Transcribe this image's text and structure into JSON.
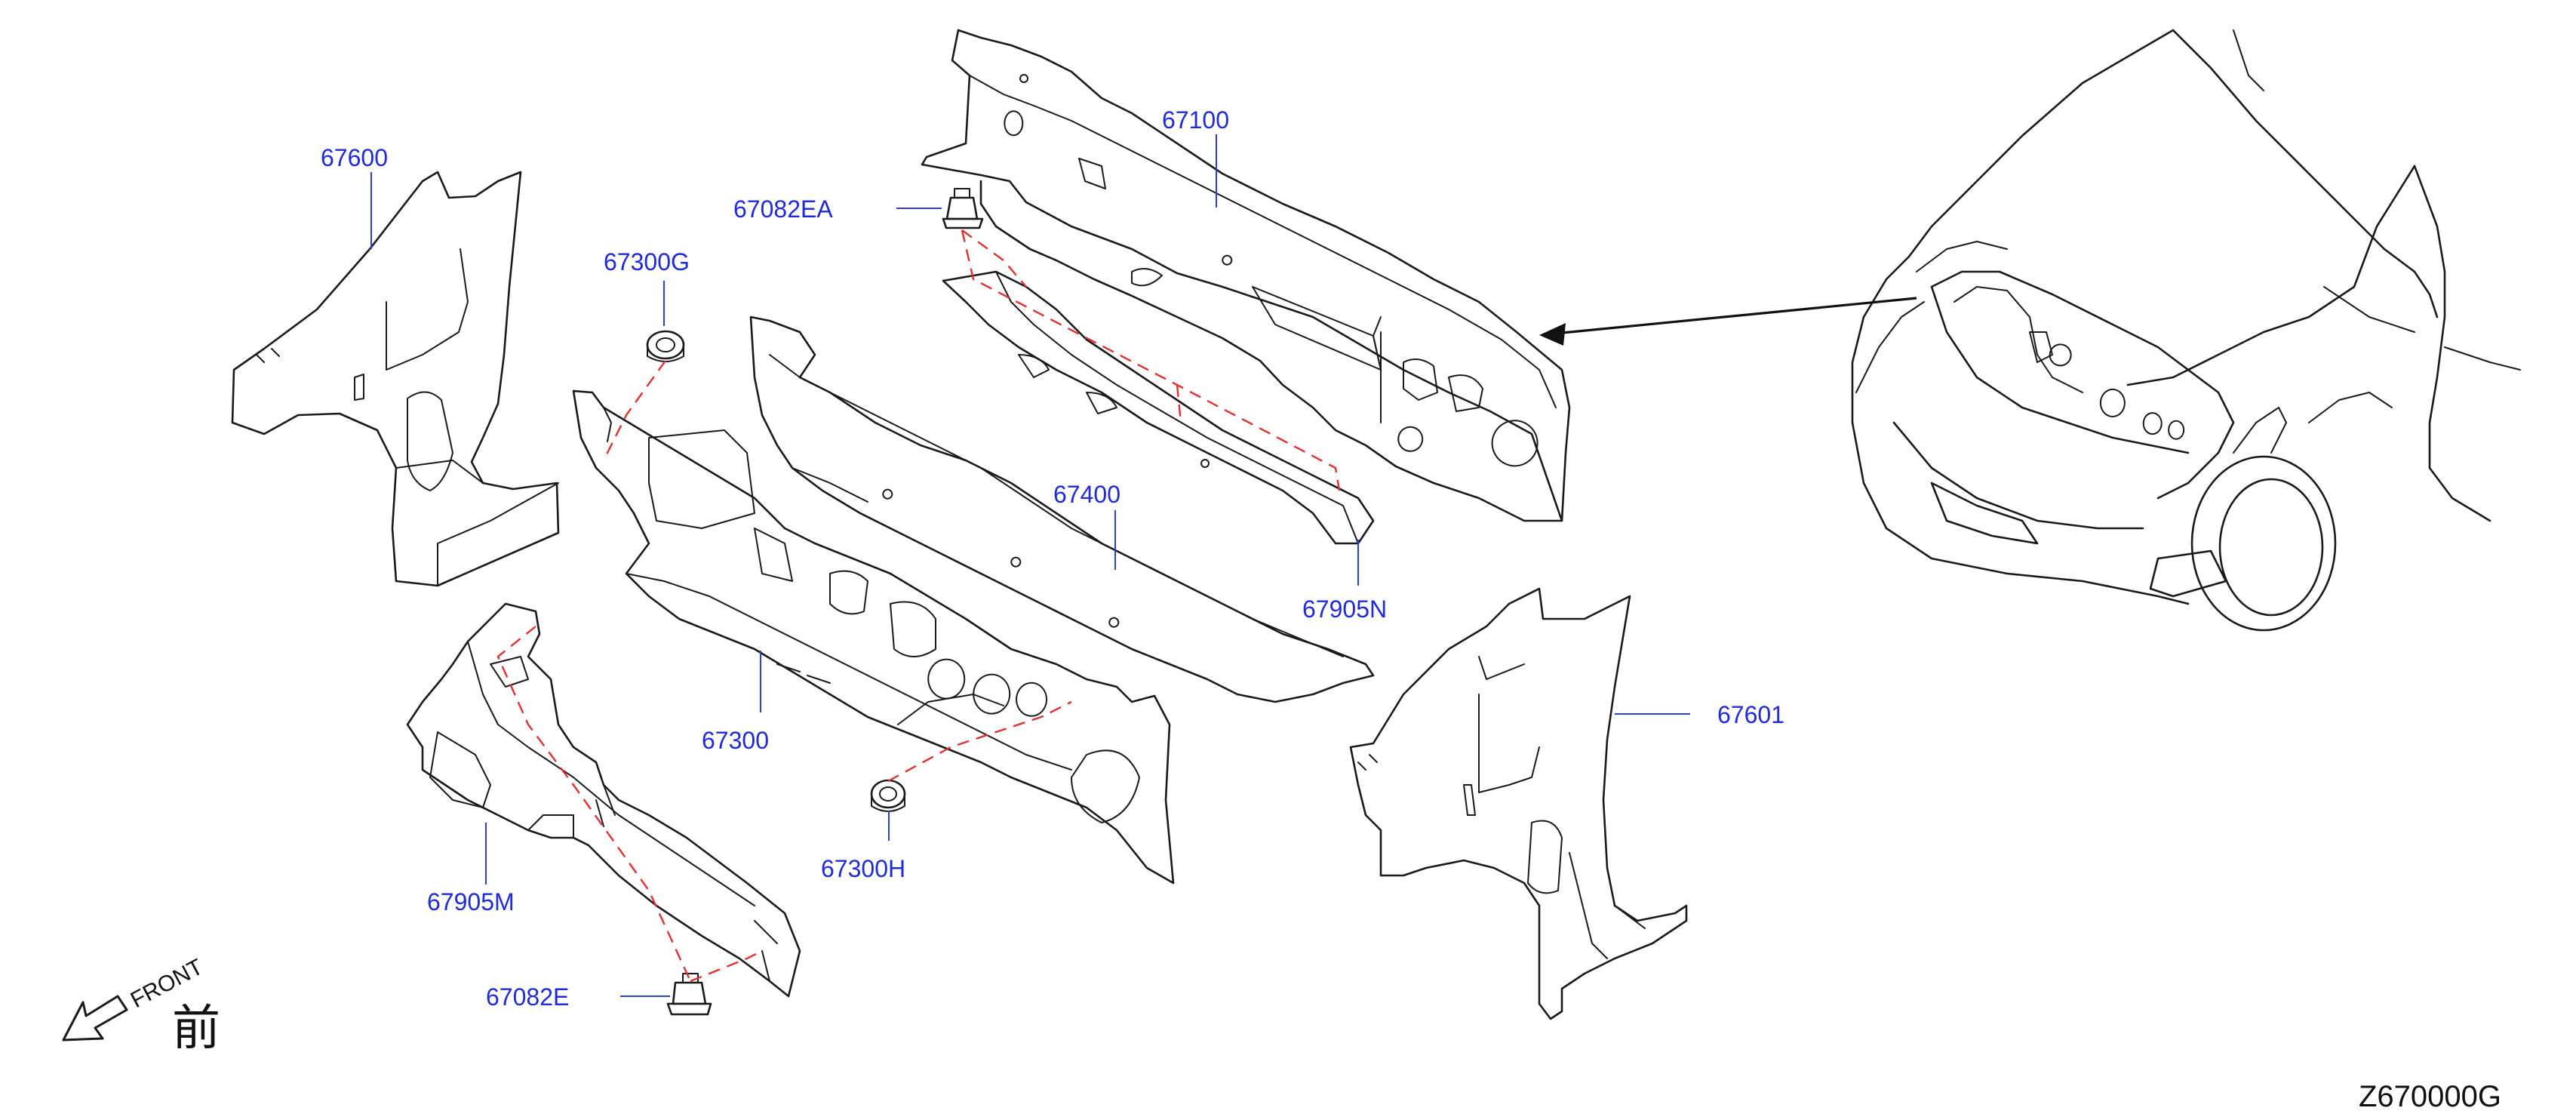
{
  "diagram": {
    "parts": {
      "p67100": "67100",
      "p67082EA": "67082EA",
      "p67600": "67600",
      "p67300G": "67300G",
      "p67400": "67400",
      "p67905N": "67905N",
      "p67300": "67300",
      "p67601": "67601",
      "p67300H": "67300H",
      "p67905M": "67905M",
      "p67082E": "67082E"
    },
    "front_indicator": {
      "text": "FRONT",
      "kanji": "前"
    },
    "diagram_code": "Z670000G"
  },
  "colors": {
    "label": "#1f2bd9",
    "leader": "#2b3fd6",
    "dashed_link": "#e23030",
    "line": "#1a1a1a"
  }
}
